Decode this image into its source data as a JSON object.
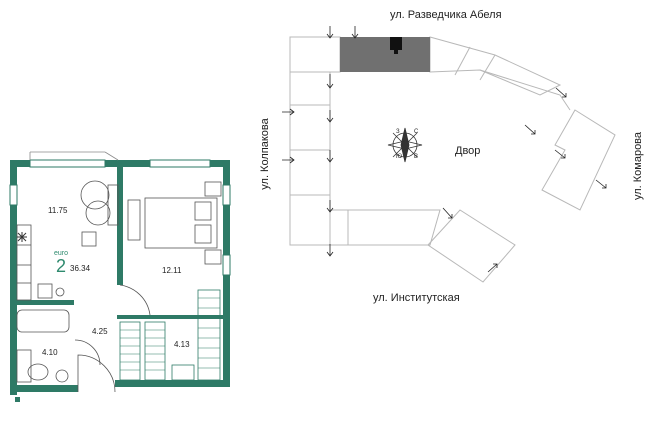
{
  "plan": {
    "type_label": "euro",
    "rooms_count": "2",
    "total_area": "36.34",
    "rooms": {
      "kitchen_living": "11.75",
      "bedroom": "12.11",
      "hall": "4.25",
      "bathroom": "4.10",
      "storage": "4.13"
    }
  },
  "site": {
    "streets": {
      "top": "ул. Разведчика Абеля",
      "left": "ул. Колпакова",
      "right": "ул. Комарова",
      "bottom": "ул. Институтская"
    },
    "courtyard": "Двор",
    "compass": {
      "n": "С",
      "w": "З",
      "s": "Ю",
      "e": "В"
    }
  },
  "colors": {
    "wall": "#2e7a66",
    "accent_text": "#2e8a6e",
    "building_highlight": "#707070",
    "outline": "#b8b8b8"
  }
}
